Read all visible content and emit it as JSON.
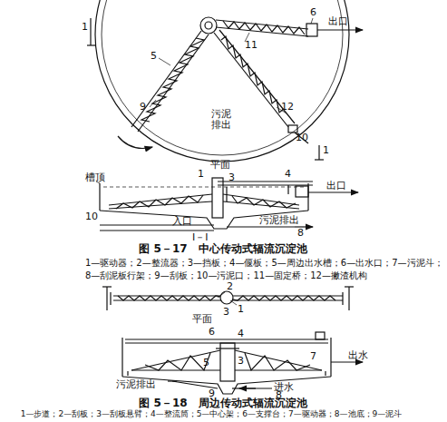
{
  "diagram": {
    "labels": [
      "1",
      "5",
      "6",
      "出口",
      "11",
      "12",
      "9",
      "污泥排出",
      "10",
      "1",
      "平面",
      "槽顶",
      "1",
      "3",
      "4",
      "出口",
      "10",
      "入口",
      "污泥排出",
      "8",
      "I－I",
      "图 5－17　中心传动式辐流沉淀池",
      "1—驱动器；2—整流器；3—挡板；4—偃板；5—周边出水槽；6—出水口；7—污泥斗；",
      "8—刮泥板行架；9—刮板；10—污泥口；11—固定桥；12—撇渣机构",
      "2",
      "1",
      "3",
      "平面",
      "6",
      "4",
      "5",
      "3",
      "7",
      "出水",
      "污泥排出",
      "进水",
      "8",
      "9",
      "图 5－18　周边传动式辐流沉淀池",
      "1—步道；2—刮板；3—刮板悬臂；4—整流筒；5—中心架；6—支撑台；7—驱动器；8—池底；9—泥斗"
    ]
  }
}
